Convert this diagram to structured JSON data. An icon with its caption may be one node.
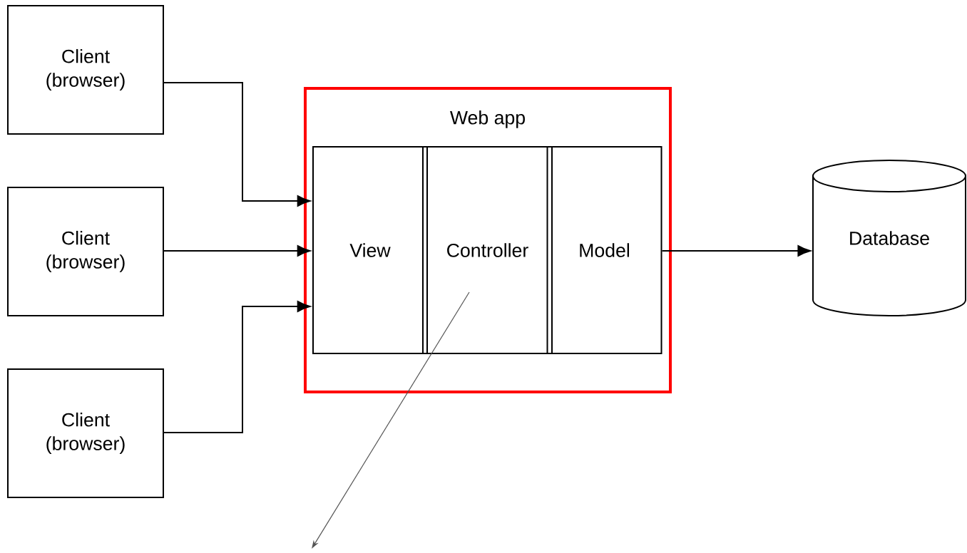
{
  "diagram": {
    "nodes": [
      {
        "text": [
          "Client (browser)"
        ]
      },
      {
        "text": [
          "Client (browser)"
        ]
      },
      {
        "text": [
          "Client (browser)"
        ]
      },
      {
        "text": [
          "Web app"
        ]
      },
      {
        "text": [
          "View"
        ],
        "in": 3
      },
      {
        "text": [
          "Controller"
        ],
        "in": 3
      },
      {
        "text": [
          "Model"
        ],
        "in": 3
      },
      {
        "text": [
          "Database"
        ]
      }
    ],
    "edges": [
      {
        "from": 0,
        "to": 4,
        "arrow": "to"
      },
      {
        "from": 1,
        "to": 4,
        "arrow": "to"
      },
      {
        "from": 2,
        "to": 4,
        "arrow": "to"
      },
      {
        "from": 6,
        "to": 7,
        "arrow": "to"
      },
      {
        "from": 5,
        "to": null,
        "arrow": "to",
        "color": "#555555"
      }
    ]
  }
}
